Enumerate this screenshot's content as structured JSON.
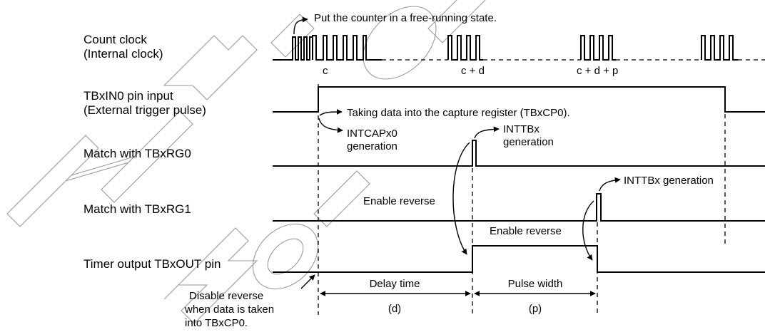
{
  "signals": {
    "count_clock": "Count clock",
    "count_clock_sub": "(Internal clock)",
    "tbxin0": "TBxIN0 pin input",
    "tbxin0_sub": "(External trigger pulse)",
    "match_rg0": "Match with TBxRG0",
    "match_rg1": "Match with TBxRG1",
    "timer_out": "Timer output TBxOUT pin"
  },
  "clock_marks": {
    "c": "c",
    "cd": "c + d",
    "cdp": "c + d + p"
  },
  "notes": {
    "free_running": "Put the counter in a free-running state.",
    "capture": "Taking data into the capture register (TBxCP0).",
    "intcap_1": "INTCAPx0",
    "intcap_2": "generation",
    "inttbx0_1": "INTTBx",
    "inttbx0_2": "generation",
    "inttbx1": "INTTBx generation",
    "enable_rev_1": "Enable reverse",
    "enable_rev_2": "Enable reverse",
    "disable_1": "Disable reverse",
    "disable_2": "when data is taken",
    "disable_3": "into TBxCP0."
  },
  "intervals": {
    "delay": "Delay time",
    "delay_sym": "(d)",
    "pulse": "Pulse width",
    "pulse_sym": "(p)"
  },
  "watermark": "Not Recommended for New Design"
}
